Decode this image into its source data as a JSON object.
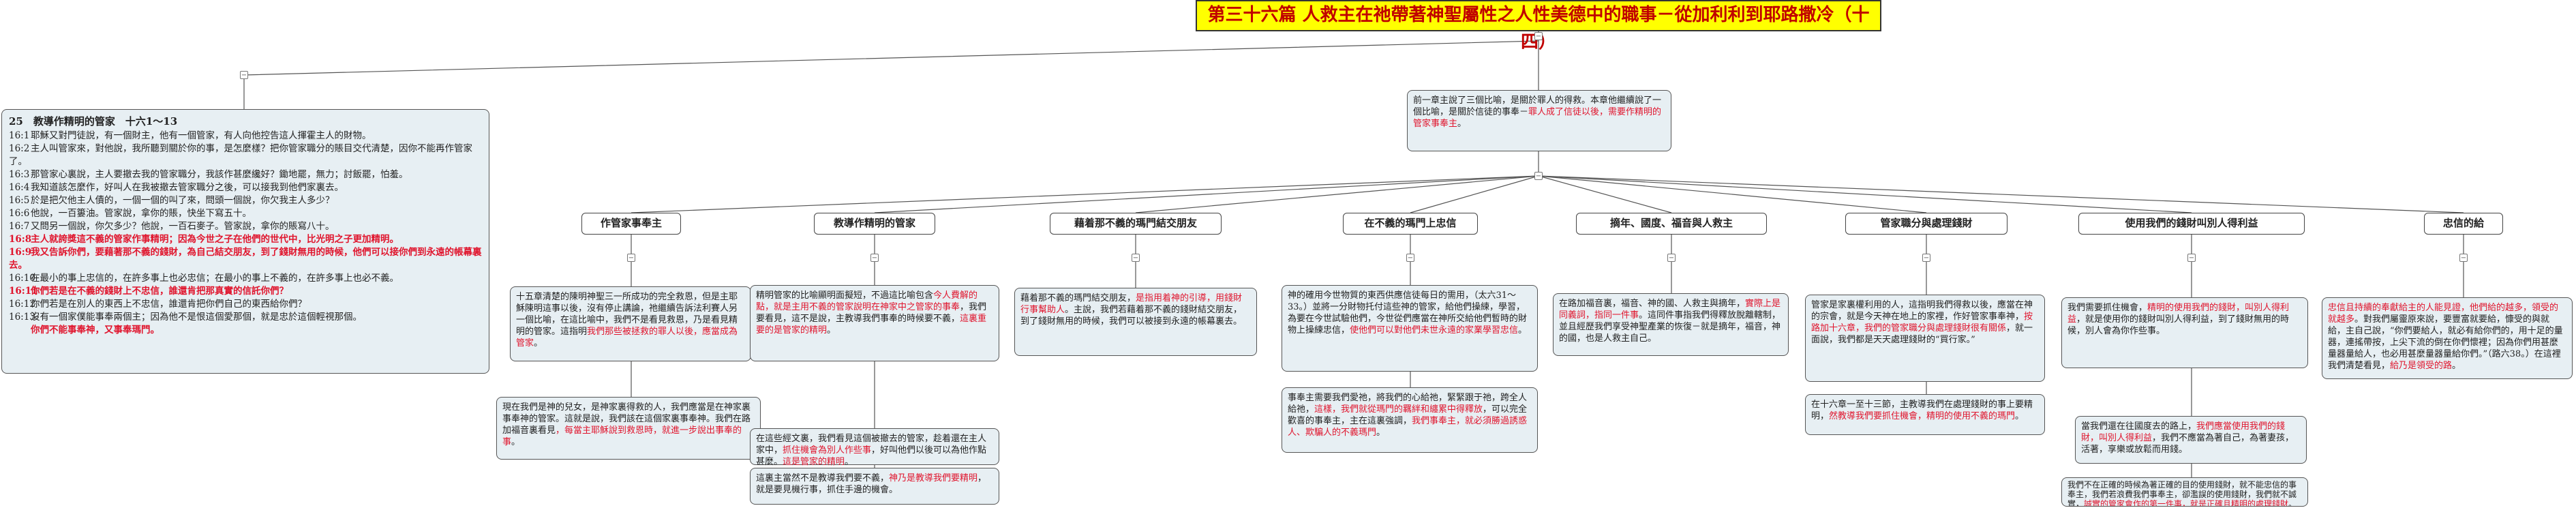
{
  "title": "第三十六篇 人救主在祂帶著神聖屬性之人性美德中的職事－從加利利到耶路撒冷（十四）",
  "left_panel": {
    "heading": "25　教導作精明的管家　十六1～13",
    "lines": [
      {
        "ref": "16:1",
        "text": "耶穌又對門徒說，有一個財主，他有一個管家，有人向他控告這人揮霍主人的財物。",
        "style": "normal"
      },
      {
        "ref": "16:2",
        "text": "主人叫管家來，對他說，我所聽到關於你的事，是怎麼樣？把你管家職分的賬目交代清楚，因你不能再作管家了。",
        "style": "normal"
      },
      {
        "ref": "16:3",
        "text": "那管家心裏說，主人要撤去我的管家職分，我該作甚麼纔好？鋤地罷，無力；討飯罷，怕羞。",
        "style": "normal"
      },
      {
        "ref": "16:4",
        "text": "我知道該怎麼作，好叫人在我被撤去管家職分之後，可以接我到他們家裏去。",
        "style": "normal"
      },
      {
        "ref": "16:5",
        "text": "於是把欠他主人債的，一個一個的叫了來，問頭一個說，你欠我主人多少？",
        "style": "normal"
      },
      {
        "ref": "16:6",
        "text": "他說，一百簍油。管家說，拿你的賬，快坐下寫五十。",
        "style": "normal"
      },
      {
        "ref": "16:7",
        "text": "又問另一個說，你欠多少？他說，一百石麥子。管家說，拿你的賬寫八十。",
        "style": "normal"
      },
      {
        "ref": "16:8",
        "text": "主人就誇獎這不義的管家作事精明；因為今世之子在他們的世代中，比光明之子更加精明。",
        "style": "bred"
      },
      {
        "ref": "16:9",
        "text": "我又告訴你們，要藉著那不義的錢財，為自己結交朋友，到了錢財無用的時候，他們可以接你們到永遠的帳幕裏去。",
        "style": "bred"
      },
      {
        "ref": "16:10",
        "text": "在最小的事上忠信的，在許多事上也必忠信；在最小的事上不義的，在許多事上也必不義。",
        "style": "normal"
      },
      {
        "ref": "16:11",
        "text": "你們若是在不義的錢財上不忠信，誰還肯把那真實的信託你們？",
        "style": "bred"
      },
      {
        "ref": "16:12",
        "text": "你們若是在別人的東西上不忠信，誰還肯把你們自己的東西給你們？",
        "style": "normal"
      },
      {
        "ref": "16:13",
        "text": "沒有一個家僕能事奉兩個主；因為他不是恨這個愛那個，就是忠於這個輕視那個。",
        "style": "normal"
      },
      {
        "ref": "",
        "text": "你們不能事奉神，又事奉瑪門。",
        "style": "bred"
      }
    ]
  },
  "center_box": {
    "normal": "前一章主說了三個比喻，是關於罪人的得救。本章他繼續說了一個比喻，是關於信徒的事奉－",
    "red": "罪人成了信徒以後，需要作精明的管家事奉主",
    "end": "。"
  },
  "topics": [
    "作管家事奉主",
    "教導作精明的管家",
    "藉着那不義的瑪門結交朋友",
    "在不義的瑪門上忠信",
    "摘年、國度、福音與人救主",
    "管家職分與處理錢財",
    "使用我們的錢財叫別人得利益",
    "忠信的給"
  ],
  "details": {
    "d1": {
      "normal": "十五章清楚的陳明神聖三一所成功的完全救恩，但是主耶穌陳明這事以後，沒有停止講論，祂繼續告訴法利賽人另一個比喻，在這比喻中，我們不是看見救恩，乃是看見精明的管家。這指明",
      "red": "我們那些被拯救的罪人以後，應當成為管家",
      "end": "。"
    },
    "d1b": {
      "normal": "現在我們是神的兒女，是神家裏得救的人，我們應當是在神家裏事奉神的管家。這就是說，我們該在這個家裏事奉神。我們在路加福音裏看見",
      "red": "，每當主耶穌說到救恩時，就進一步說出事奉的事",
      "end": "。"
    },
    "d2": {
      "normal": "精明管家的比喻顯明面擬短，不過這比喻包含",
      "red1": "今人費解的點，就是主用不義的管家說明在神家中之管家的事奉",
      "normal2": "，我們要看見，這不是說，主教導我們事奉的時候要不義，",
      "red2": "這裏重要的是管家的精明",
      "end": "。"
    },
    "d2b": {
      "normal": "在這些經文裏，我們看見這個被撤去的管家，趁着還在主人家中，",
      "red1": "抓住機會為別人作些事",
      "normal2": "，好叫他們以後可以為他作點甚麼。",
      "red2": "這是管家的精明",
      "end": "。"
    },
    "d2c": {
      "normal": "這裏主當然不是教導我們要不義，",
      "red": "神乃是教導我們要精明",
      "end": "，就是要見機行事，抓住手邊的機會。"
    },
    "d3": {
      "normal": "藉着那不義的瑪門結交朋友，",
      "red": "是指用着神的引導，用錢財行事幫助人",
      "end": "。主說，我們若藉着那不義的錢財結交朋友，到了錢財無用的時候，我們可以被接到永遠的帳幕裏去。"
    },
    "d4": {
      "normal": "神的確用今世物質的東西供應信徒每日的需用，（太六31～33。）並將一分財物托付這些神的管家，給他們操練，學習，為要在今世試驗他們，今世從們應當在神所交給他們暫時的財物上操練忠信，",
      "red": "使他們可以對他們未世永遠的家業學習忠信",
      "end": "。"
    },
    "d4b": {
      "normal": "事奉主需要我們愛祂，將我們的心給祂，緊緊跟于祂，跨全人給祂，",
      "red1": "這樣，我們就從瑪門的羈絆和纏累中得釋放",
      "normal2": "，可以完全歡喜的事奉主，主在這裏強調，",
      "red2": "我們事奉主，就必須勝過誘惑人、欺騙人的不義瑪門",
      "end": "。"
    },
    "d5": {
      "normal": "在路加福音裏，福音、神的國、人救主與摘年，",
      "red": "實際上是同義詞，指同一件事",
      "end": "。這同件事指我們得釋放脫離轄制，並且經歷我們享受神聖產業的恢復－就是摘年，福音，神的國，也是人救主自己。"
    },
    "d6": {
      "normal": "管家是家裏權利用的人，這指明我們得救以後，應當在神的宗會，就是今天神在地上的家裡，作好管家事奉神，",
      "red": "按路加十六章，我們的管家職分與處理錢財很有關係",
      "end": "，就一面說，我們都是天天處理錢財的“買行家。”"
    },
    "d6b": {
      "normal": "在十六章一至十三節，主教導我們在處理錢財的事上要精明，",
      "red": "然教導我們要抓住機會，精明的使用不義的瑪門",
      "end": "。"
    },
    "d7": {
      "normal": "我們需要抓住機會，",
      "red1": "精明的使用我們的錢財，叫別人得利益",
      "normal2": "，就是使用你的錢財叫別人得利益，到了錢財無用的時候，別人會為你作些事。",
      "red2": "",
      "end": ""
    },
    "d7b": {
      "normal": "當我們還在往國度去的路上，",
      "red": "我們應當使用我們的錢財，叫別人得利益",
      "end": "，我們不應當為著自己，為著妻孩，活著，享樂或放鬆而用錢。"
    },
    "d7c": {
      "normal": "我們不在正確的時候為著正確的目的使用錢財，就不能忠信的事奉主，我們若浪費我們事奉主，卻濫誤的使用錢財，我們就不誠實，",
      "red": "誠實的管家會作的第一件事，就是正確且精明的處理錢財",
      "end": "。"
    },
    "d8": {
      "red": "忠信且持續的奉獻給主的人能見證，他們給的越多，領受的就越多",
      "normal": "。對我們屬靈原來說，要豐富就要給，慷受的與就給，主自己說，“你們要給人，就必有給你們的，用十足的量器，連搖帶按，上尖下流的倒在你們懷裡；因為你們用甚麼量器量給人，也必用甚麼量器量給你們。”（路六38。）在這裡我們清楚看見，",
      "red2": "給乃是領受的路",
      "end": "。"
    }
  }
}
